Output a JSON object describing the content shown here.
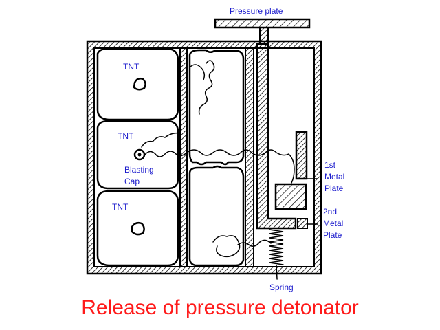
{
  "diagram": {
    "labels": {
      "pressure_plate": "Pressure plate",
      "tnt_top": "TNT",
      "tnt_middle": "TNT",
      "tnt_bottom": "TNT",
      "blasting_cap_line1": "Blasting",
      "blasting_cap_line2": "Cap",
      "first_plate_line1": "1st",
      "first_plate_line2": "Metal",
      "first_plate_line3": "Plate",
      "second_plate_line1": "2nd",
      "second_plate_line2": "Metal",
      "second_plate_line3": "Plate",
      "spring": "Spring"
    },
    "caption": "Release of pressure detonator",
    "colors": {
      "label": "#1a1acc",
      "caption": "#ff1a1a",
      "ink": "#000000"
    }
  }
}
